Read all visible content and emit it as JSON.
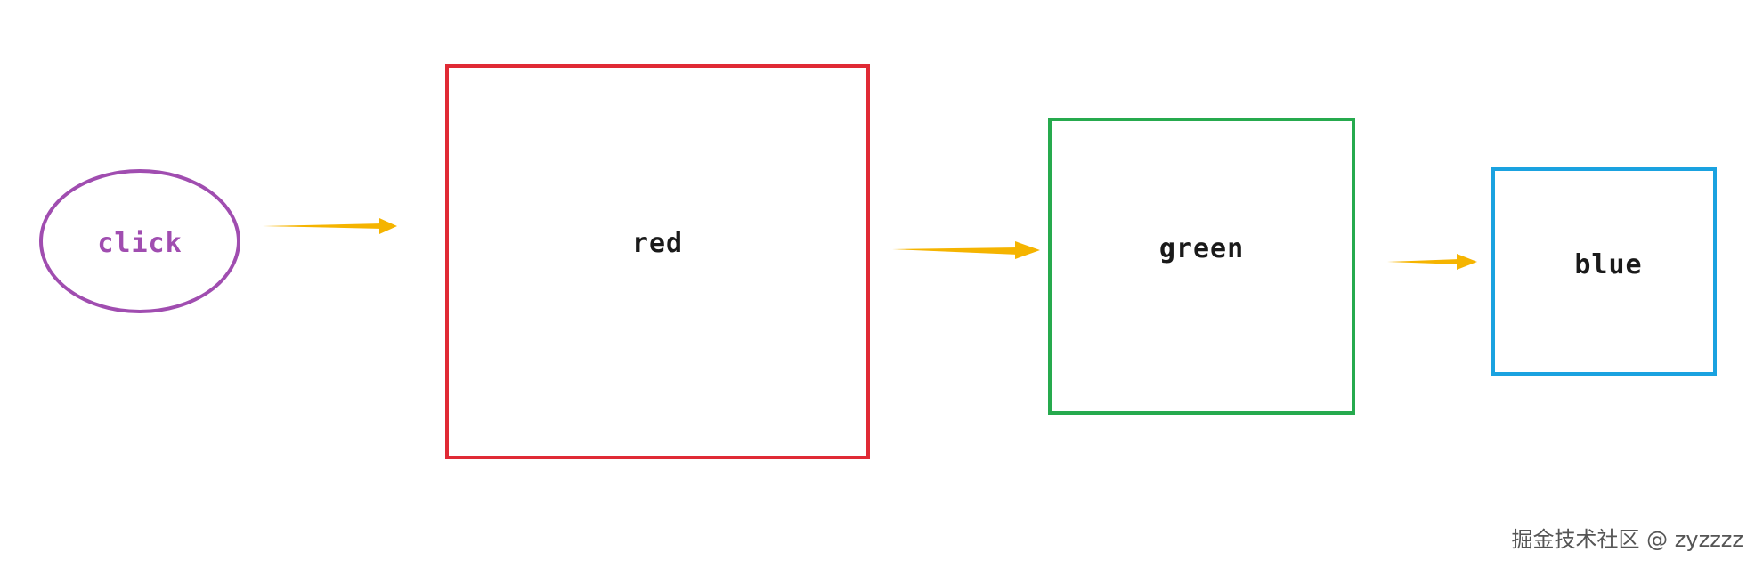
{
  "nodes": {
    "click": {
      "label": "click",
      "border_color": "#a04db0",
      "text_color": "#a04db0"
    },
    "red": {
      "label": "red",
      "border_color": "#e02a35"
    },
    "green": {
      "label": "green",
      "border_color": "#26aa4e"
    },
    "blue": {
      "label": "blue",
      "border_color": "#1aa2e0"
    }
  },
  "edges": [
    {
      "from": "click",
      "to": "red"
    },
    {
      "from": "red",
      "to": "green"
    },
    {
      "from": "green",
      "to": "blue"
    }
  ],
  "arrow_color": "#f5b400",
  "watermark": "掘金技术社区 @ zyzzzz"
}
